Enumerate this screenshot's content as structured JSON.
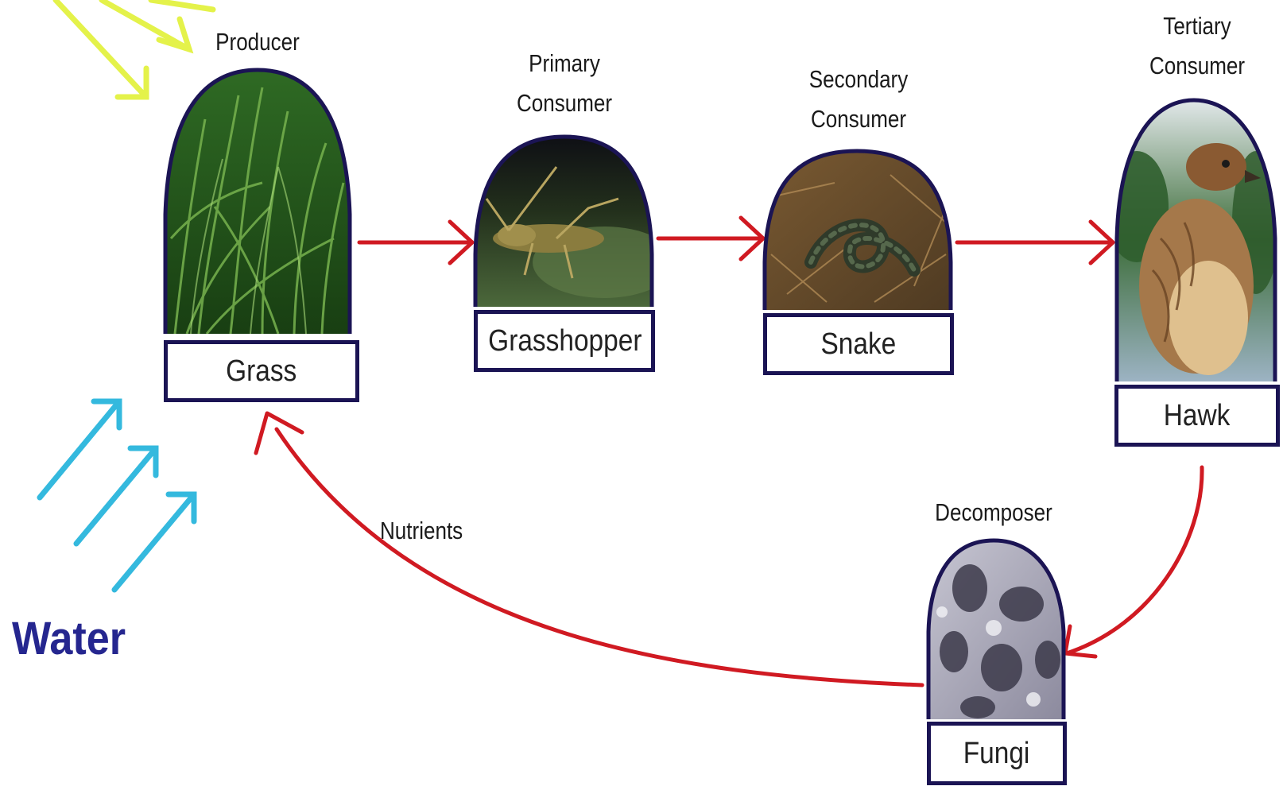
{
  "colors": {
    "arrow": "#d01a22",
    "outline": "#1b1454",
    "water": "#34b9de",
    "sunlight": "#e4f24a",
    "water_label": "#25268f"
  },
  "labels": {
    "water": "Water",
    "nutrients": "Nutrients"
  },
  "organisms": [
    {
      "role": "Producer",
      "name": "Grass",
      "picture": "grass"
    },
    {
      "role": "Primary Consumer",
      "name": "Grasshopper",
      "picture": "grasshopper"
    },
    {
      "role": "Secondary Consumer",
      "name": "Snake",
      "picture": "snake"
    },
    {
      "role": "Tertiary Consumer",
      "name": "Hawk",
      "picture": "hawk"
    },
    {
      "role": "Decomposer",
      "name": "Fungi",
      "picture": "fungi"
    }
  ],
  "flows": [
    {
      "from": "Grass",
      "to": "Grasshopper"
    },
    {
      "from": "Grasshopper",
      "to": "Snake"
    },
    {
      "from": "Snake",
      "to": "Hawk"
    },
    {
      "from": "Hawk",
      "to": "Fungi"
    },
    {
      "from": "Fungi",
      "to": "Grass",
      "label": "Nutrients"
    }
  ]
}
